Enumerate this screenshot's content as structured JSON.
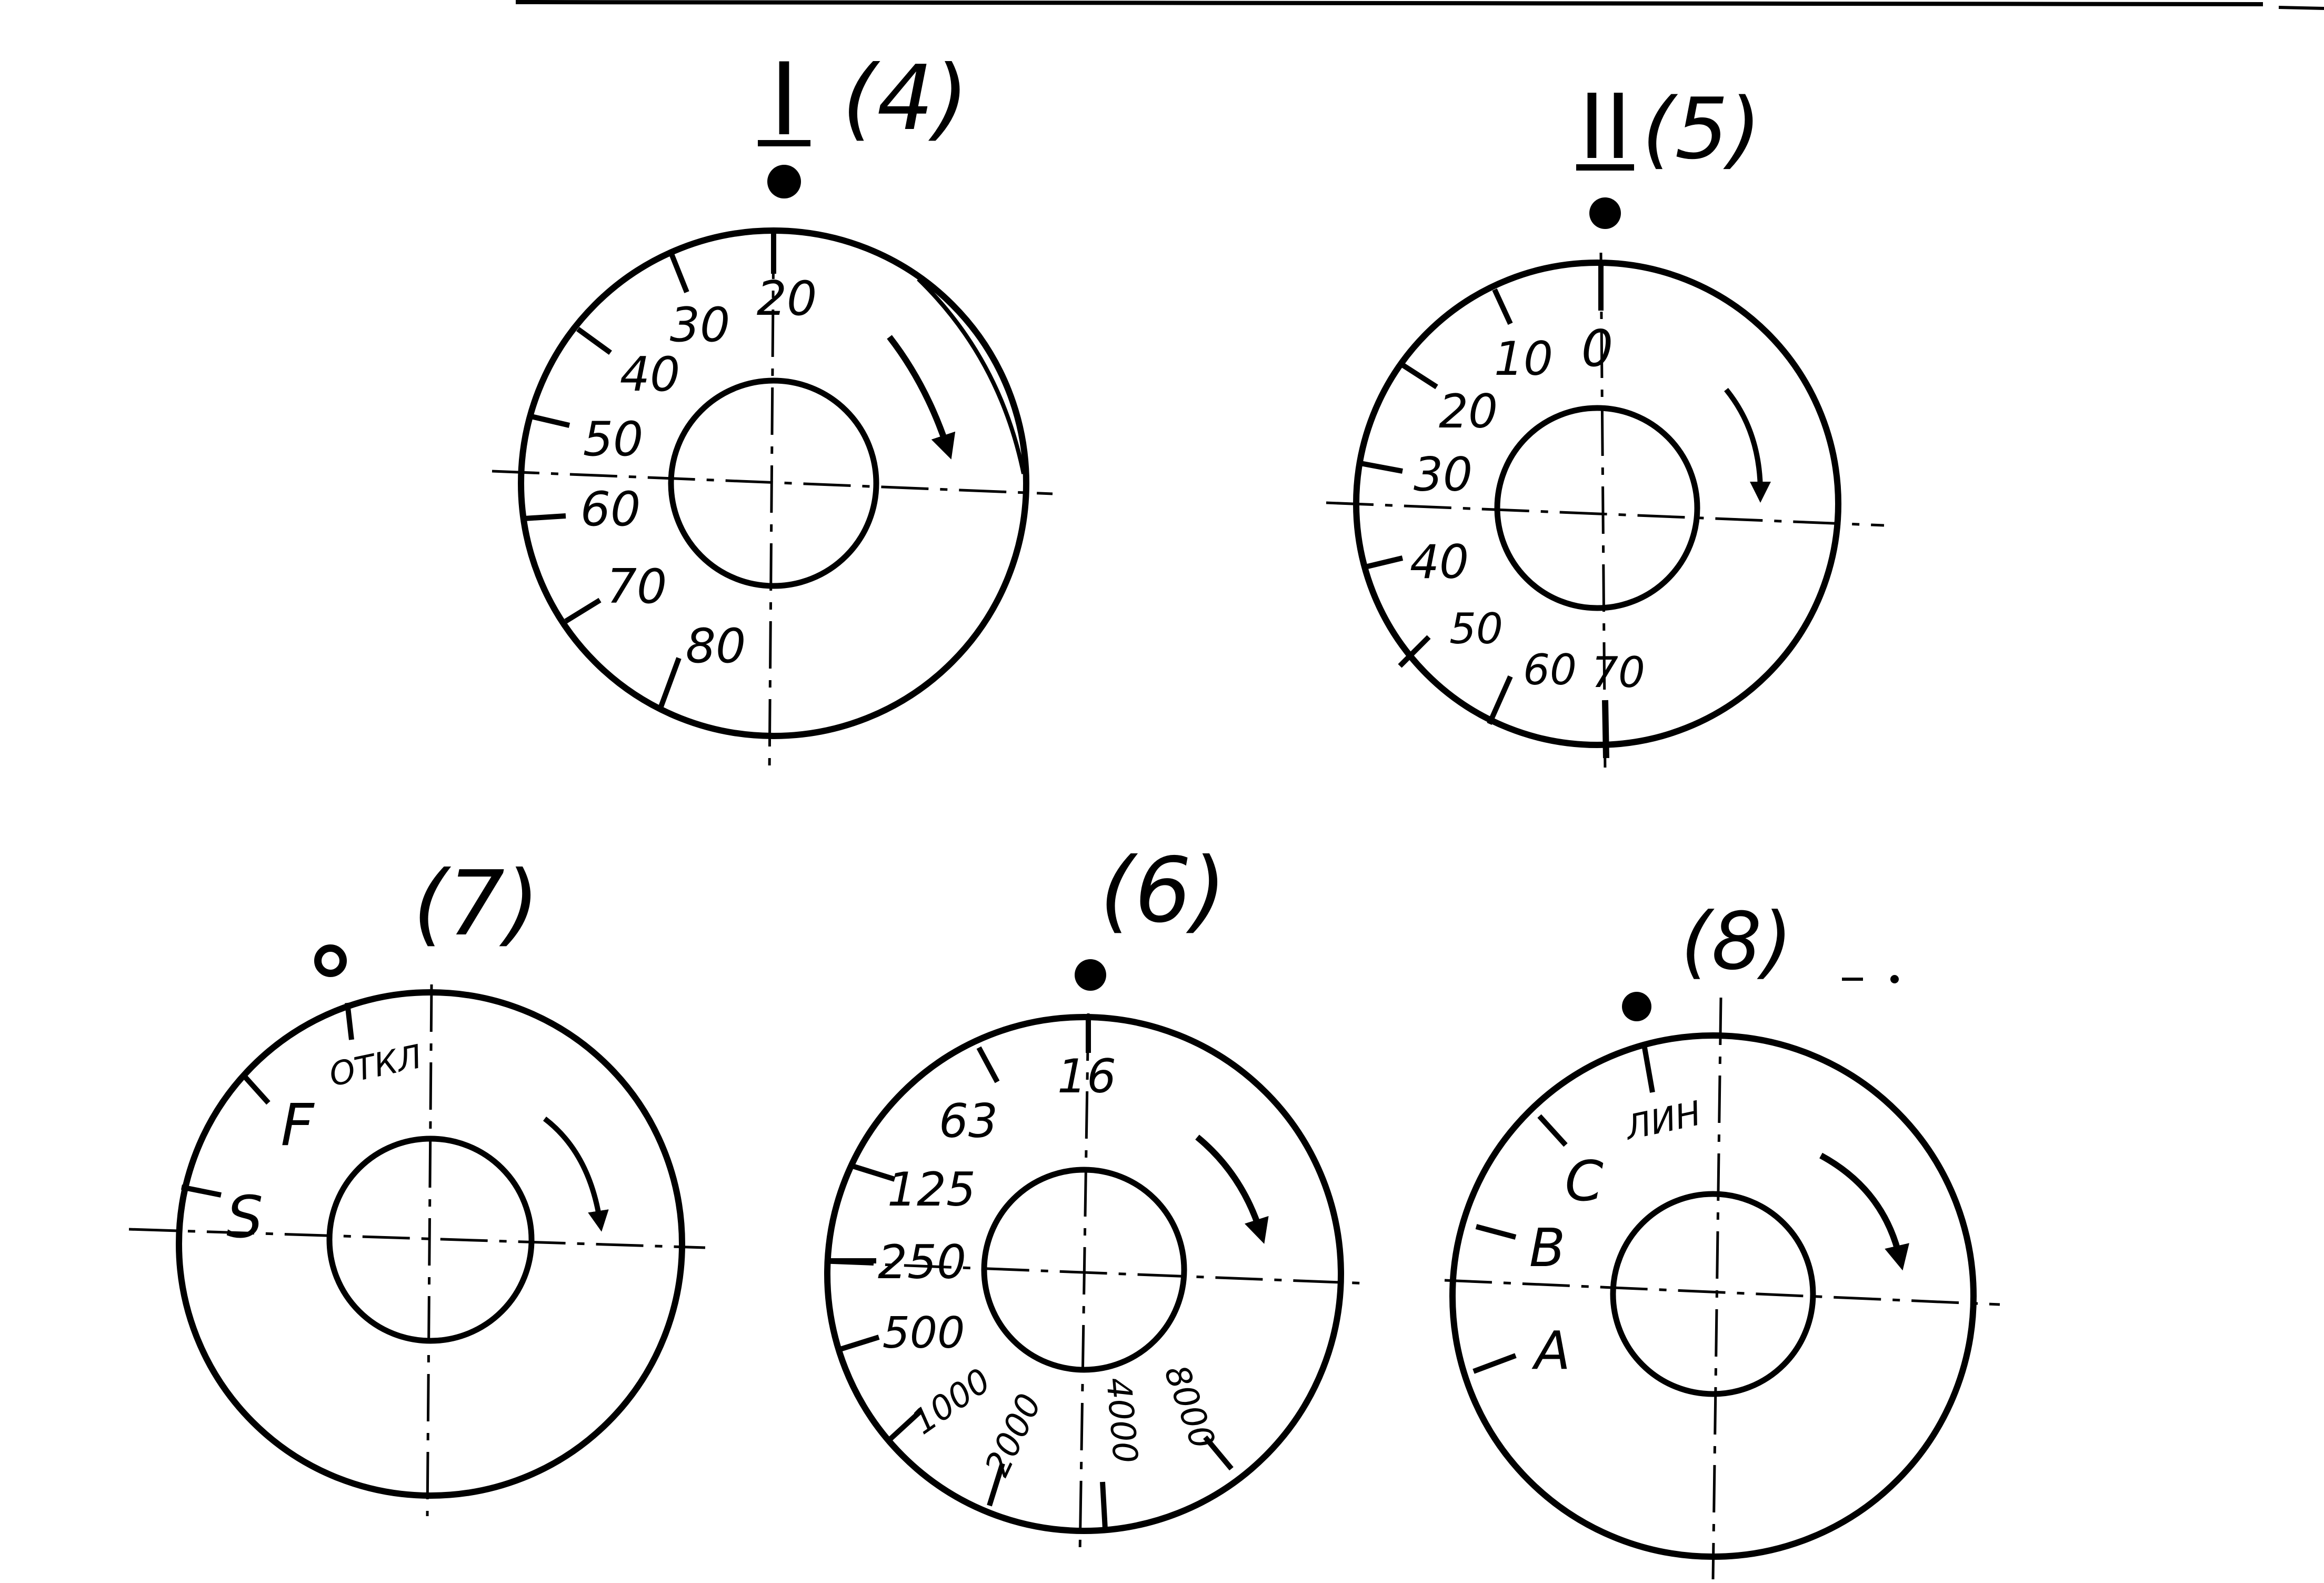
{
  "diagram": {
    "dials": [
      {
        "id": "dial-4",
        "roman": "I",
        "number": "(4)",
        "rotation": "clockwise",
        "labels": [
          "20",
          "30",
          "40",
          "50",
          "60",
          "70",
          "80"
        ]
      },
      {
        "id": "dial-5",
        "roman": "II",
        "number": "(5)",
        "rotation": "clockwise",
        "labels": [
          "0",
          "10",
          "20",
          "30",
          "40",
          "50",
          "60",
          "70"
        ]
      },
      {
        "id": "dial-7",
        "roman": "",
        "number": "(7)",
        "rotation": "clockwise",
        "labels": [
          "ОТКЛ",
          "F",
          "S"
        ]
      },
      {
        "id": "dial-6",
        "roman": "",
        "number": "(6)",
        "rotation": "clockwise",
        "labels": [
          "16",
          "63",
          "125",
          "250",
          "500",
          "1000",
          "2000",
          "4000",
          "8000"
        ]
      },
      {
        "id": "dial-8",
        "roman": "",
        "number": "(8)",
        "rotation": "clockwise",
        "labels": [
          "ЛИН",
          "C",
          "B",
          "A"
        ]
      }
    ]
  }
}
